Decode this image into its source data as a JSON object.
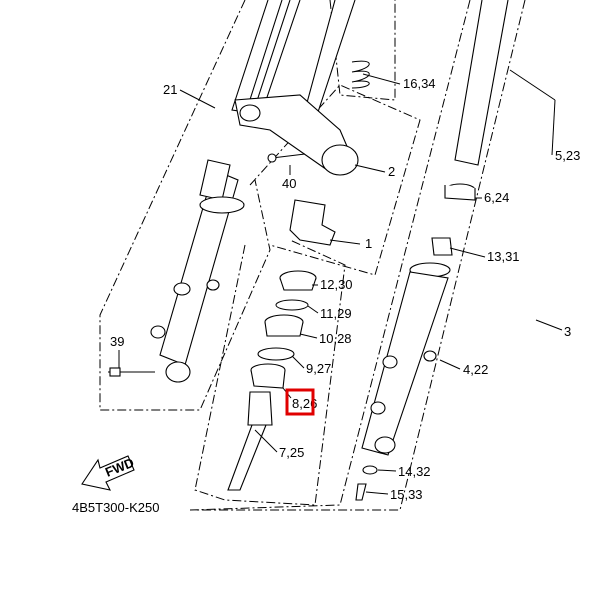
{
  "diagram_code": "4B5T300-K250",
  "fwd_label": "FWD",
  "highlight_color": "#e00000",
  "callouts": {
    "c21": "21",
    "c16_34": "16,34",
    "c5_23": "5,23",
    "c2": "2",
    "c40": "40",
    "c6_24": "6,24",
    "c1": "1",
    "c13_31": "13,31",
    "c12_30": "12,30",
    "c11_29": "11,29",
    "c3": "3",
    "c39": "39",
    "c10_28": "10,28",
    "c9_27": "9,27",
    "c4_22": "4,22",
    "c8_26": "8,26",
    "c7_25": "7,25",
    "c14_32": "14,32",
    "c15_33": "15,33"
  }
}
